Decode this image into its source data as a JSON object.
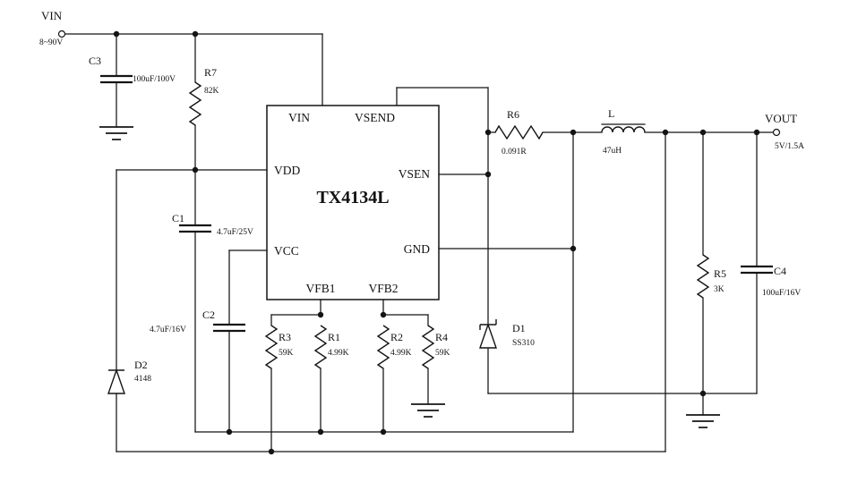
{
  "schematic": {
    "ic": {
      "part_number": "TX4134L",
      "pin_vin": "VIN",
      "pin_vsend": "VSEND",
      "pin_vdd": "VDD",
      "pin_vsen": "VSEN",
      "pin_vcc": "VCC",
      "pin_gnd": "GND",
      "pin_vfb1": "VFB1",
      "pin_vfb2": "VFB2"
    },
    "input": {
      "label": "VIN",
      "spec": "8~90V"
    },
    "output": {
      "label": "VOUT",
      "spec": "5V/1.5A"
    },
    "components": {
      "C3": {
        "ref": "C3",
        "value": "100uF/100V"
      },
      "R7": {
        "ref": "R7",
        "value": "82K"
      },
      "C1": {
        "ref": "C1",
        "value": "4.7uF/25V"
      },
      "C2": {
        "ref": "C2",
        "value": "4.7uF/16V"
      },
      "D2": {
        "ref": "D2",
        "value": "4148"
      },
      "R3": {
        "ref": "R3",
        "value": "59K"
      },
      "R1": {
        "ref": "R1",
        "value": "4.99K"
      },
      "R2": {
        "ref": "R2",
        "value": "4.99K"
      },
      "R4": {
        "ref": "R4",
        "value": "59K"
      },
      "D1": {
        "ref": "D1",
        "value": "SS310"
      },
      "R6": {
        "ref": "R6",
        "value": "0.091R"
      },
      "L": {
        "ref": "L",
        "value": "47uH"
      },
      "R5": {
        "ref": "R5",
        "value": "3K"
      },
      "C4": {
        "ref": "C4",
        "value": "100uF/16V"
      }
    },
    "colors": {
      "line": "#141414",
      "background": "#ffffff"
    }
  }
}
